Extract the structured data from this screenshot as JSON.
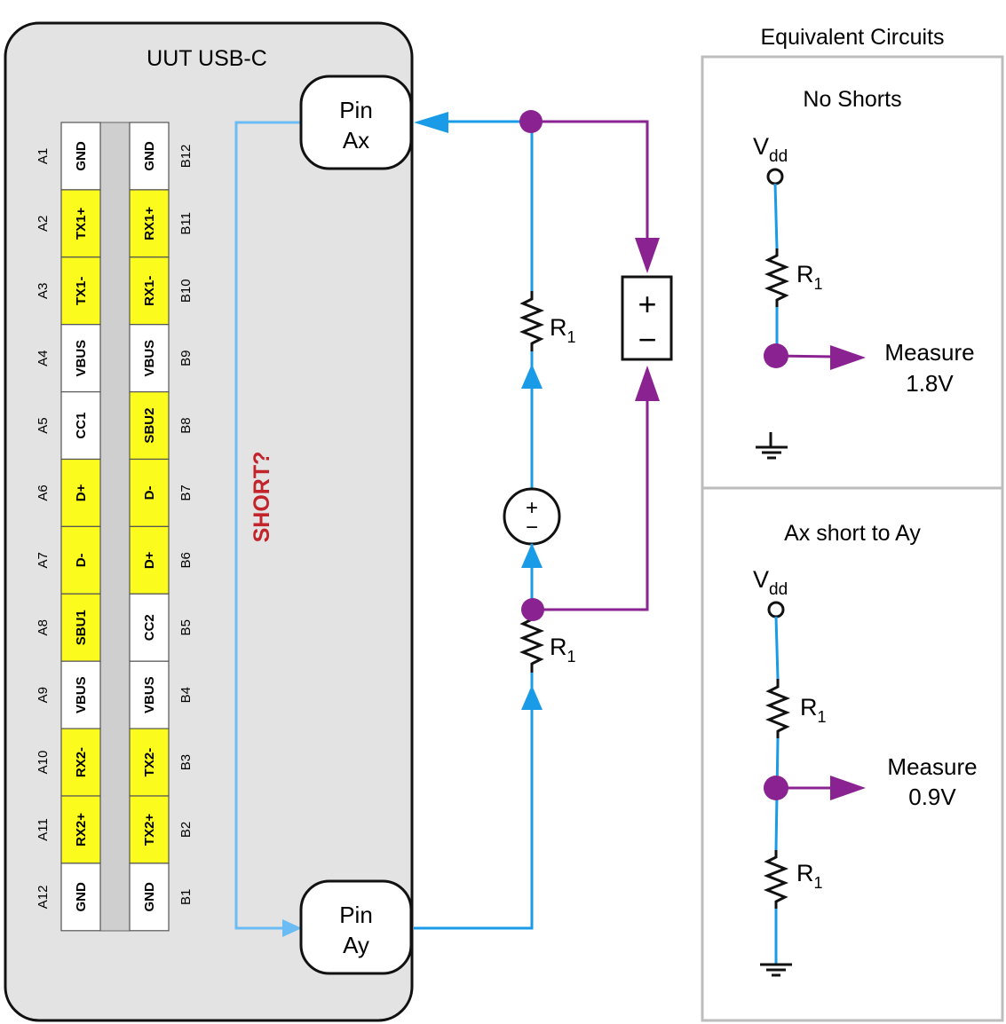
{
  "uut": {
    "title": "UUT USB-C",
    "pin_ax": [
      "Pin",
      "Ax"
    ],
    "pin_ay": [
      "Pin",
      "Ay"
    ],
    "short_label": "SHORT?"
  },
  "connector": {
    "a_labels": [
      "A1",
      "A2",
      "A3",
      "A4",
      "A5",
      "A6",
      "A7",
      "A8",
      "A9",
      "A10",
      "A11",
      "A12"
    ],
    "a_signals": [
      "GND",
      "TX1+",
      "TX1-",
      "VBUS",
      "CC1",
      "D+",
      "D-",
      "SBU1",
      "VBUS",
      "RX2-",
      "RX2+",
      "GND"
    ],
    "a_highlight": [
      false,
      true,
      true,
      false,
      false,
      true,
      true,
      true,
      false,
      true,
      true,
      false
    ],
    "b_labels": [
      "B12",
      "B11",
      "B10",
      "B9",
      "B8",
      "B7",
      "B6",
      "B5",
      "B4",
      "B3",
      "B2",
      "B1"
    ],
    "b_signals": [
      "GND",
      "RX1+",
      "RX1-",
      "VBUS",
      "SBU2",
      "D-",
      "D+",
      "CC2",
      "VBUS",
      "TX2-",
      "TX2+",
      "GND"
    ],
    "b_highlight": [
      false,
      true,
      true,
      false,
      true,
      true,
      true,
      false,
      false,
      true,
      true,
      false
    ]
  },
  "circuit": {
    "r_main": "R",
    "r_sub": "1",
    "source_plus": "+",
    "source_minus": "−",
    "meter_plus": "+",
    "meter_minus": "−"
  },
  "equivalent": {
    "title": "Equivalent Circuits",
    "panel1": {
      "title": "No Shorts",
      "vdd_main": "V",
      "vdd_sub": "dd",
      "r_main": "R",
      "r_sub": "1",
      "measure_label": "Measure",
      "measure_value": "1.8V"
    },
    "panel2": {
      "title": "Ax short to Ay",
      "vdd_main": "V",
      "vdd_sub": "dd",
      "r_main": "R",
      "r_sub": "1",
      "measure_label": "Measure",
      "measure_value": "0.9V"
    }
  },
  "colors": {
    "blue": "#1a9be8",
    "light_blue": "#6bbcf5",
    "purple": "#8a2391",
    "short_red": "#c3232b",
    "yellow": "#fbfb1e",
    "panel_gray": "#e3e3e3"
  }
}
